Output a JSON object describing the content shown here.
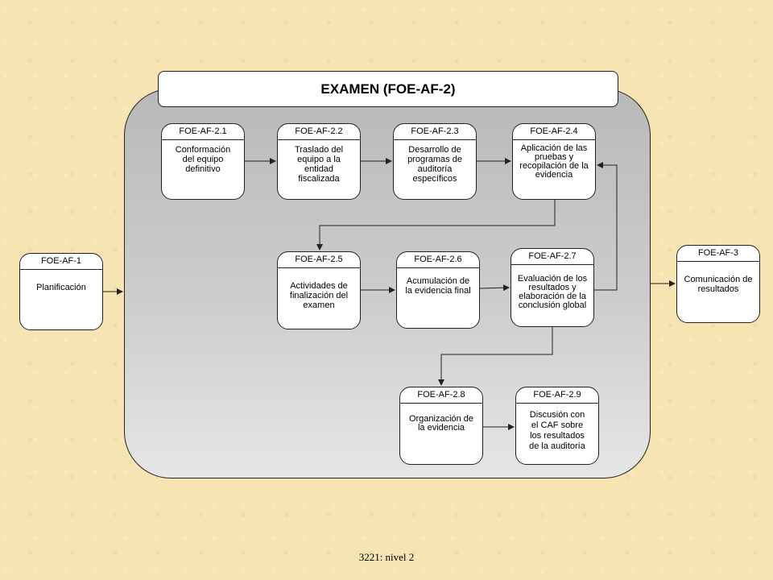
{
  "title": "EXAMEN  (FOE-AF-2)",
  "footer": "3221: nivel  2",
  "colors": {
    "container": "#c4c4c4",
    "boxes": "#ffffff",
    "background": "#f6e4b2"
  },
  "boxes": {
    "foe_af_1": {
      "code": "FOE-AF-1",
      "label": "Planificación"
    },
    "foe_af_2_1": {
      "code": "FOE-AF-2.1",
      "label": "Conformación del equipo definitivo"
    },
    "foe_af_2_2": {
      "code": "FOE-AF-2.2",
      "label": "Traslado del equipo a la entidad fiscalizada"
    },
    "foe_af_2_3": {
      "code": "FOE-AF-2.3",
      "label": "Desarrollo de programas de auditoría específicos"
    },
    "foe_af_2_4": {
      "code": "FOE-AF-2.4",
      "label": "Aplicación de las pruebas y recopilación de la evidencia"
    },
    "foe_af_2_5": {
      "code": "FOE-AF-2.5",
      "label": "Actividades de finalización del examen"
    },
    "foe_af_2_6": {
      "code": "FOE-AF-2.6",
      "label": "Acumulación de la evidencia final"
    },
    "foe_af_2_7": {
      "code": "FOE-AF-2.7",
      "label": "Evaluación de los resultados y elaboración de la conclusión global"
    },
    "foe_af_2_8": {
      "code": "FOE-AF-2.8",
      "label": "Organización de la evidencia"
    },
    "foe_af_2_9": {
      "code": "FOE-AF-2.9",
      "label": "Discusión con el CAF sobre los resultados de la auditoría"
    },
    "foe_af_3": {
      "code": "FOE-AF-3",
      "label": "Comunicación de resultados"
    }
  }
}
